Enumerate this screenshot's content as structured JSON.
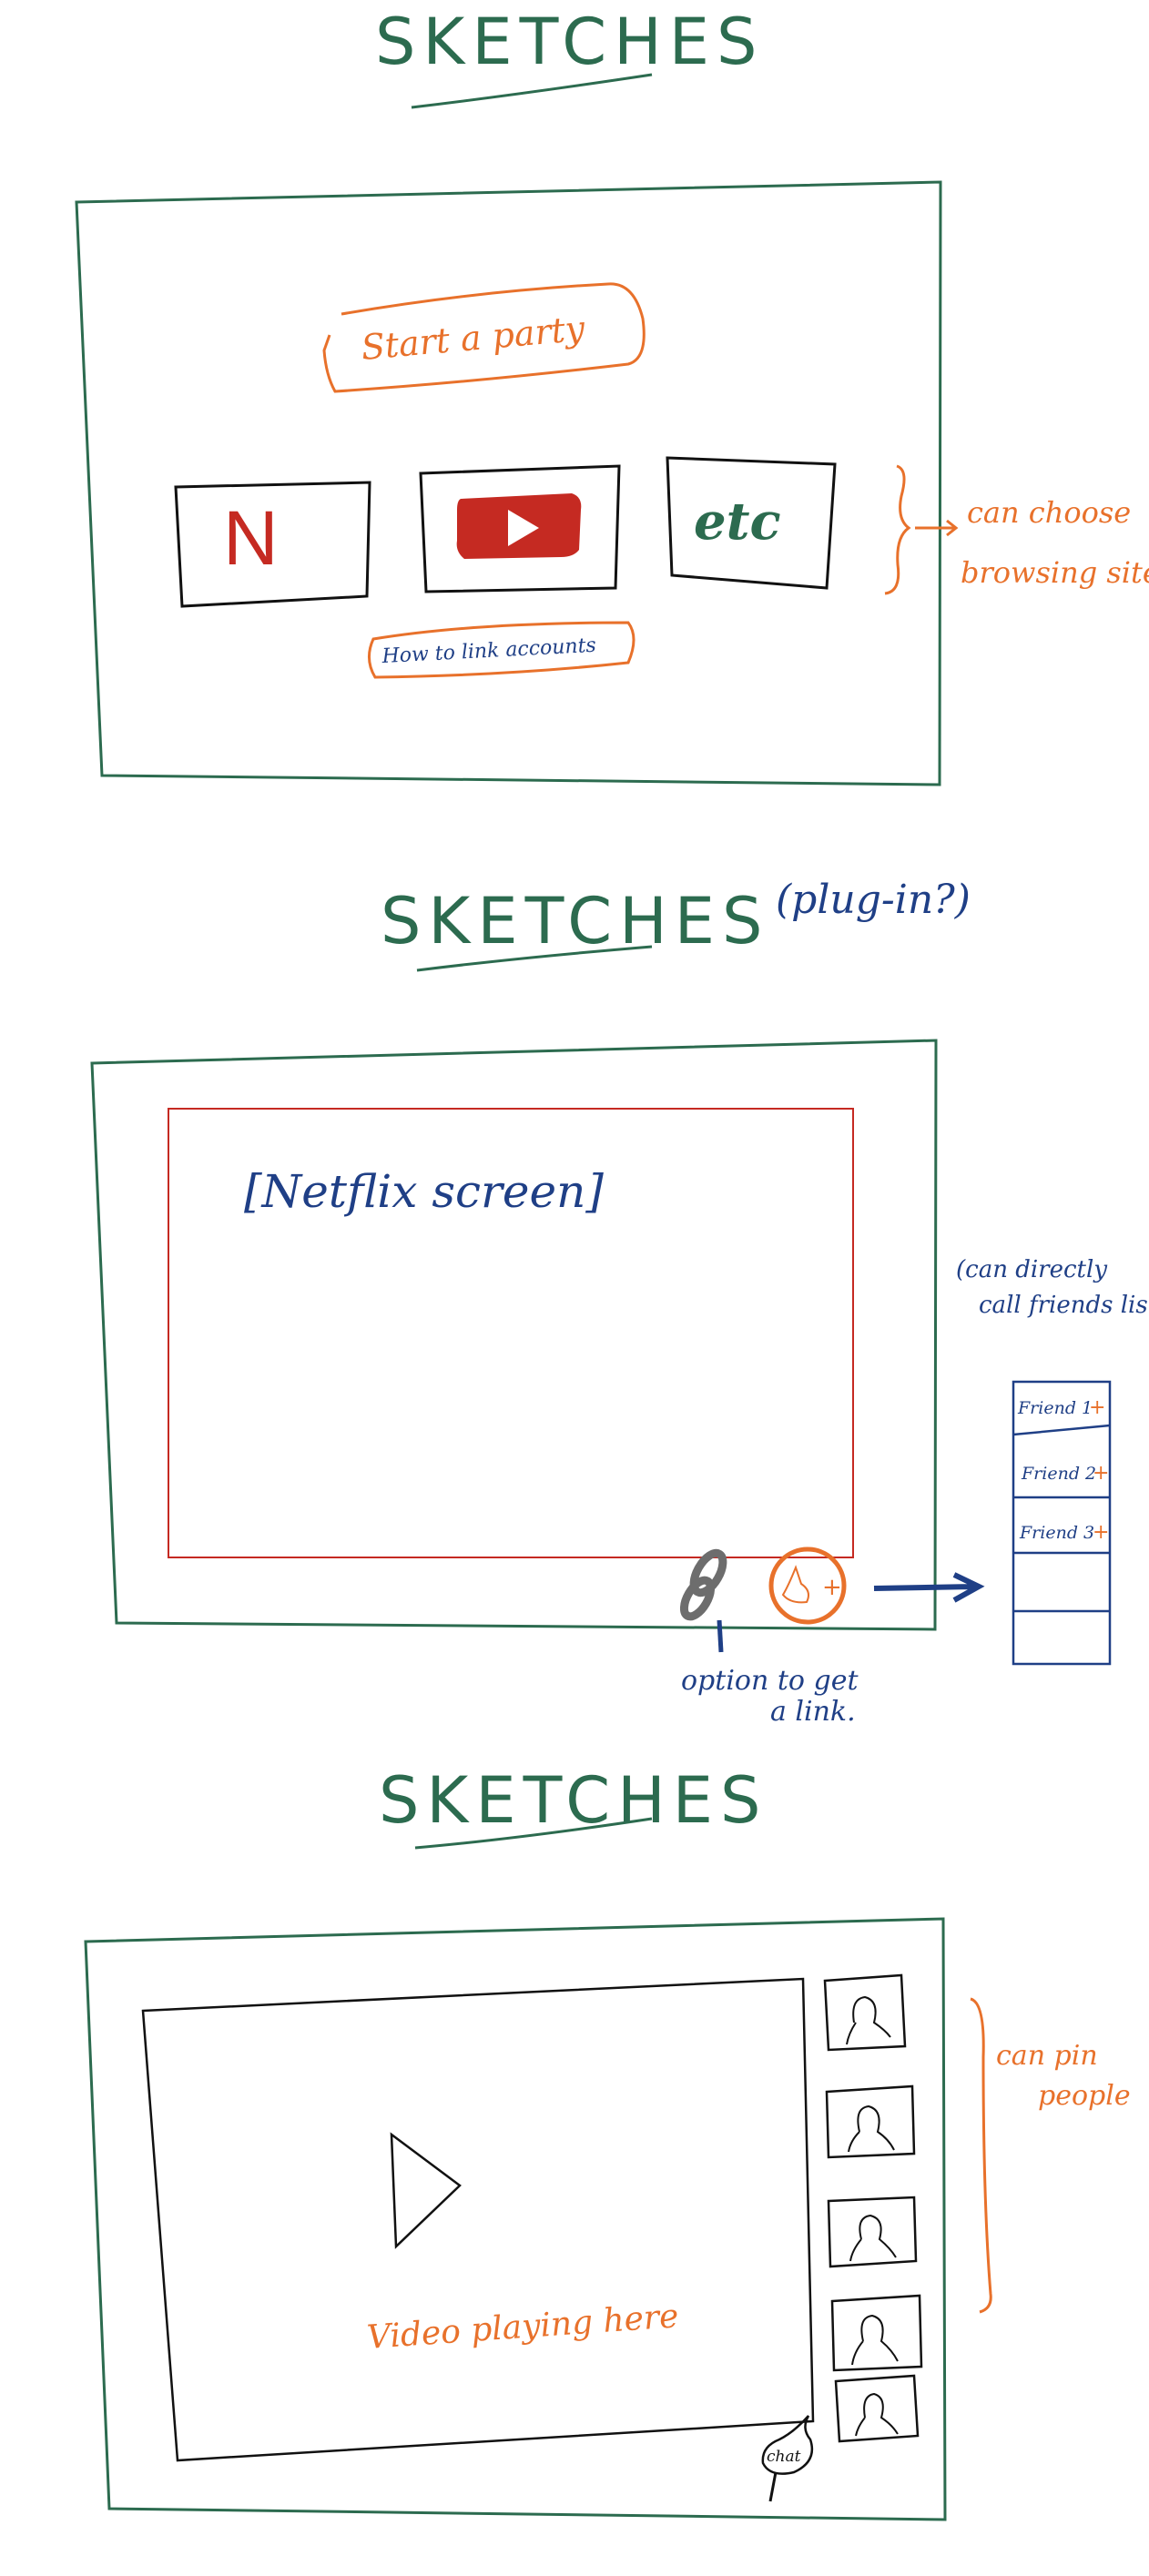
{
  "sketch1": {
    "title": "SKETCHES",
    "start_button": "Start a party",
    "sites": [
      {
        "label": "N",
        "name": "netflix"
      },
      {
        "label": "",
        "name": "youtube"
      },
      {
        "label": "etc",
        "name": "etc"
      }
    ],
    "link_button": "How to link accounts",
    "note_line1": "can choose",
    "note_line2": "browsing site"
  },
  "sketch2": {
    "title": "SKETCHES",
    "note_top": "(plug-in?)",
    "screen_label": "[Netflix screen]",
    "call_note_line1": "(can directly",
    "call_note_line2": "call friends list)",
    "friends": [
      "Friend 1",
      "Friend 2",
      "Friend 3"
    ],
    "plus": "+",
    "link_note_line1": "option to get",
    "link_note_line2": "a link."
  },
  "sketch3": {
    "title": "SKETCHES",
    "video_label": "Video playing here",
    "pin_note_line1": "can pin",
    "pin_note_line2": "people",
    "chat_label": "chat"
  },
  "colors": {
    "green": "#2c6b4f",
    "orange": "#e8712b",
    "navy": "#1f3f86",
    "red": "#c52a22",
    "ink": "#111111",
    "grey": "#6d6d6d"
  }
}
